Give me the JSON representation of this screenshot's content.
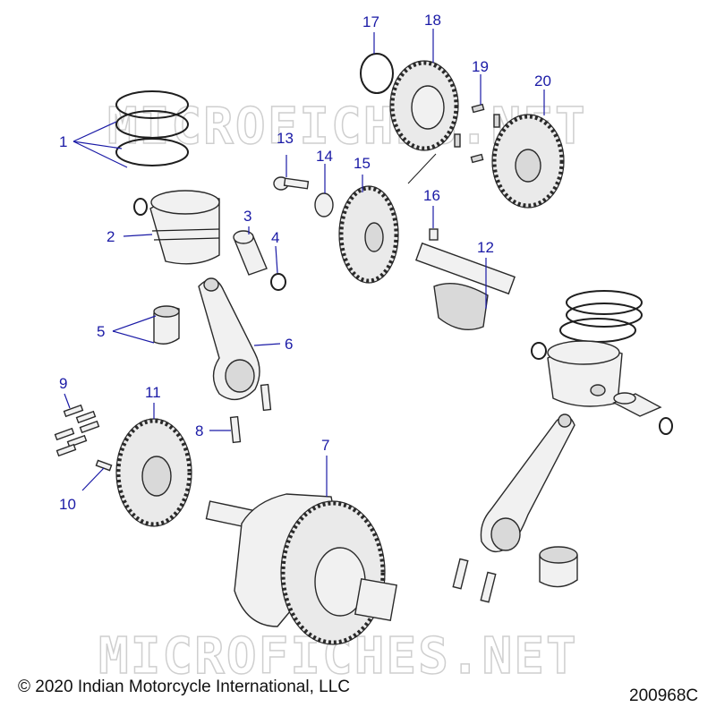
{
  "callouts": {
    "c1": "1",
    "c2": "2",
    "c3": "3",
    "c4": "4",
    "c5": "5",
    "c6": "6",
    "c7": "7",
    "c8": "8",
    "c9": "9",
    "c10": "10",
    "c11": "11",
    "c12": "12",
    "c13": "13",
    "c14": "14",
    "c15": "15",
    "c16": "16",
    "c17": "17",
    "c18": "18",
    "c19": "19",
    "c20": "20"
  },
  "watermark": "MICROFICHES.NET",
  "footer": {
    "copyright": "© 2020 Indian Motorcycle International, LLC",
    "drawing_id": "200968C"
  },
  "colors": {
    "callout": "#1a1aa6",
    "line": "#2a2a2a",
    "watermark": "#cfcfcf"
  }
}
